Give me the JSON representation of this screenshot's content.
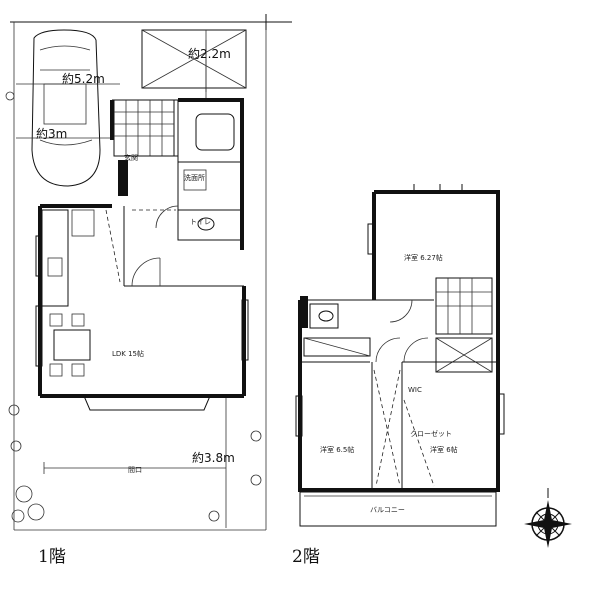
{
  "floor1": {
    "label": "1階",
    "parking_length": "約5.2m",
    "parking_width": "約3m",
    "bike_width": "約2.2m",
    "front_depth": "約3.8m",
    "entrance": "玄関",
    "washroom": "洗面所",
    "toilet": "トイレ",
    "ldk": "LDK 15帖",
    "road_dim": "間口"
  },
  "floor2": {
    "label": "2階",
    "west_room": "洋室 6.5帖",
    "north_room": "洋室 6.27帖",
    "east_room": "洋室 6帖",
    "closet": "クローゼット",
    "walkin": "WIC",
    "balcony": "バルコニー"
  }
}
